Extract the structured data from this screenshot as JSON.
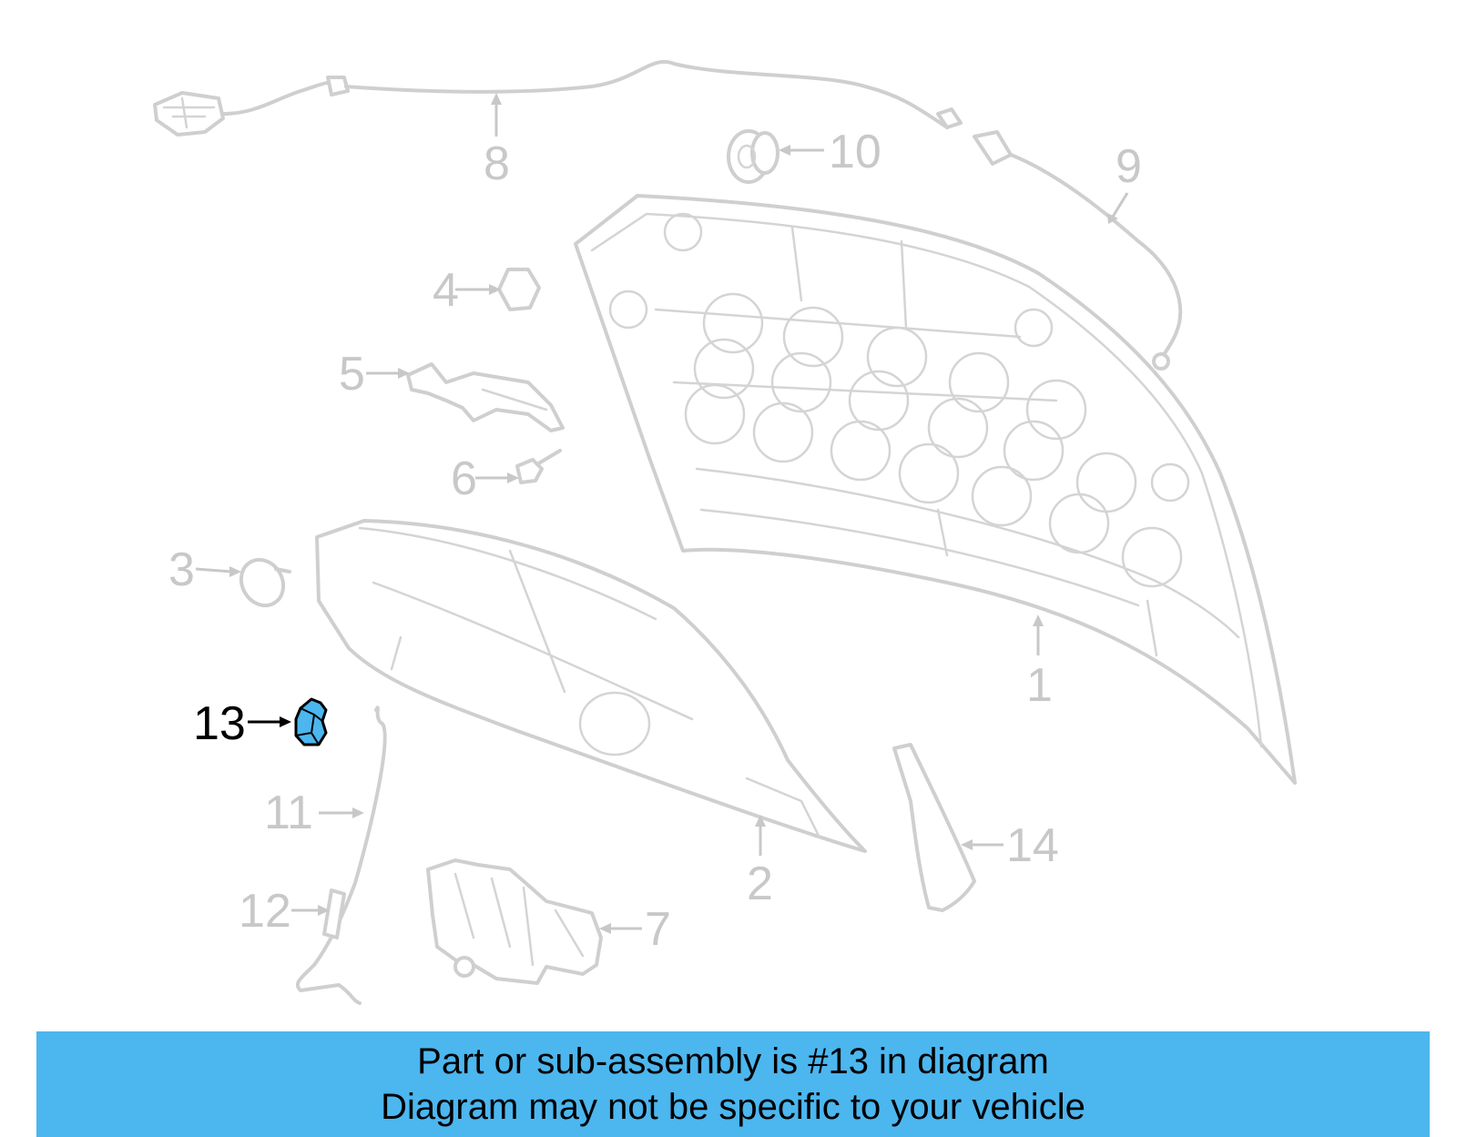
{
  "callouts": [
    {
      "id": "1",
      "label": "1"
    },
    {
      "id": "2",
      "label": "2"
    },
    {
      "id": "3",
      "label": "3"
    },
    {
      "id": "4",
      "label": "4"
    },
    {
      "id": "5",
      "label": "5"
    },
    {
      "id": "6",
      "label": "6"
    },
    {
      "id": "7",
      "label": "7"
    },
    {
      "id": "8",
      "label": "8"
    },
    {
      "id": "9",
      "label": "9"
    },
    {
      "id": "10",
      "label": "10"
    },
    {
      "id": "11",
      "label": "11"
    },
    {
      "id": "12",
      "label": "12"
    },
    {
      "id": "13",
      "label": "13",
      "highlighted": true
    },
    {
      "id": "14",
      "label": "14"
    }
  ],
  "highlight_color": "#4cb6ef",
  "banner": {
    "line1": "Part or sub-assembly is #13 in diagram",
    "line2": "Diagram may not be specific to your vehicle"
  }
}
